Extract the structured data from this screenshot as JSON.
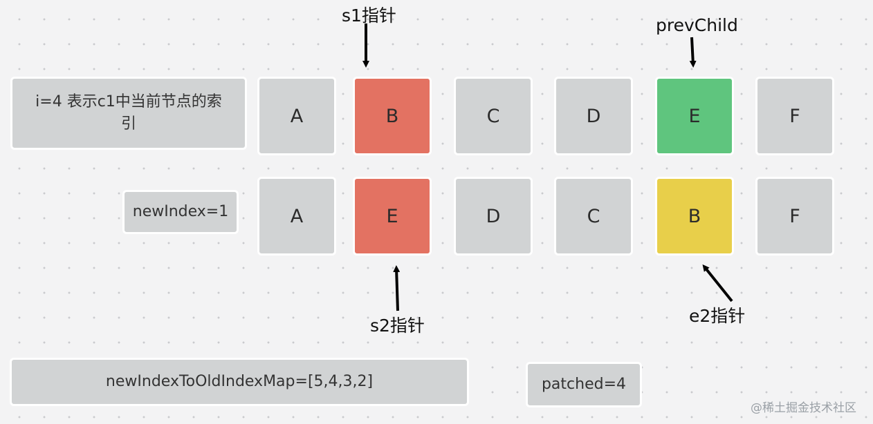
{
  "index_label": "i=4 表示c1中当前节点的索引",
  "new_index_label": "newIndex=1",
  "old_nodes": [
    {
      "label": "A",
      "color": "#d1d3d4"
    },
    {
      "label": "B",
      "color": "#e37262"
    },
    {
      "label": "C",
      "color": "#d1d3d4"
    },
    {
      "label": "D",
      "color": "#d1d3d4"
    },
    {
      "label": "E",
      "color": "#5fc57e"
    },
    {
      "label": "F",
      "color": "#d1d3d4"
    }
  ],
  "new_nodes": [
    {
      "label": "A",
      "color": "#d1d3d4"
    },
    {
      "label": "E",
      "color": "#e37262"
    },
    {
      "label": "D",
      "color": "#d1d3d4"
    },
    {
      "label": "C",
      "color": "#d1d3d4"
    },
    {
      "label": "B",
      "color": "#e8cf4a"
    },
    {
      "label": "F",
      "color": "#d1d3d4"
    }
  ],
  "pointers": {
    "s1": "s1指针",
    "prev_child": "prevChild",
    "s2": "s2指针",
    "e2": "e2指针"
  },
  "map_label": "newIndexToOldIndexMap=[5,4,3,2]",
  "patched_label": "patched=4",
  "watermark": "@稀土掘金技术社区"
}
